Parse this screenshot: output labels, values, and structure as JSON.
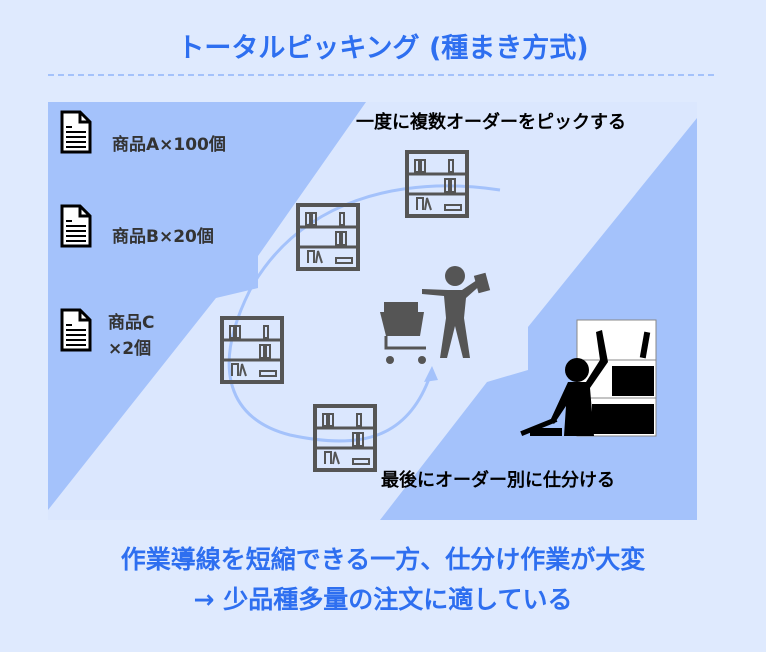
{
  "title": "トータルピッキング (種まき方式)",
  "orders": [
    {
      "label": "商品A×100個"
    },
    {
      "label": "商品B×20個"
    },
    {
      "label_line1": "商品C",
      "label_line2": "×2個"
    }
  ],
  "pick_caption": "一度に複数オーダーをピックする",
  "sort_caption": "最後にオーダー別に仕分ける",
  "summary_line1": "作業導線を短縮できる一方、仕分け作業が大変",
  "summary_line2": "→ 少品種多量の注文に適している",
  "colors": {
    "accent": "#2e6ff0",
    "panel": "#a4c2fb",
    "background": "#dfeafe"
  }
}
